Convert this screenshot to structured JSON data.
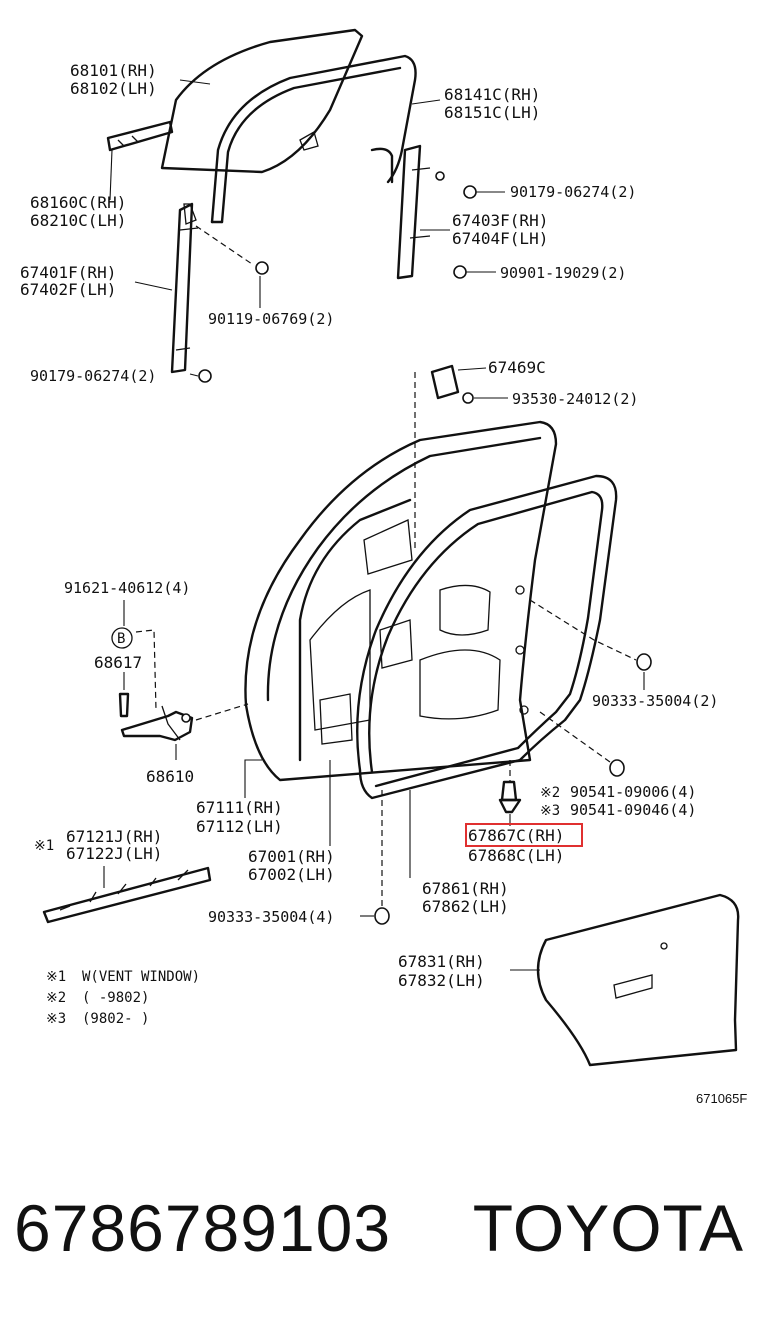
{
  "labels": {
    "l68101": "68101(RH)",
    "l68102": "68102(LH)",
    "l68141": "68141C(RH)",
    "l68151": "68151C(LH)",
    "l68160": "68160C(RH)",
    "l68210": "68210C(LH)",
    "l90179a": "90179-06274(2)",
    "l67403": "67403F(RH)",
    "l67404": "67404F(LH)",
    "l67401": "67401F(RH)",
    "l67402": "67402F(LH)",
    "l90901": "90901-19029(2)",
    "l90119": "90119-06769(2)",
    "l90179b": "90179-06274(2)",
    "l67469": "67469C",
    "l93530": "93530-24012(2)",
    "l91621": "91621-40612(4)",
    "lB": "B",
    "l68617": "68617",
    "l90333a": "90333-35004(2)",
    "l68610": "68610",
    "l67111": "67111(RH)",
    "l67112": "67112(LH)",
    "l90541a_mark": "※2",
    "l90541a": "90541-09006(4)",
    "l90541b_mark": "※3",
    "l90541b": "90541-09046(4)",
    "l67121_mark": "※1",
    "l67121": "67121J(RH)",
    "l67122": "67122J(LH)",
    "l67867": "67867C(RH)",
    "l67868": "67868C(LH)",
    "l67001": "67001(RH)",
    "l67002": "67002(LH)",
    "l67861": "67861(RH)",
    "l67862": "67862(LH)",
    "l90333b": "90333-35004(4)",
    "l67831": "67831(RH)",
    "l67832": "67832(LH)"
  },
  "notes": [
    {
      "mark": "※1",
      "text": "W(VENT WINDOW)"
    },
    {
      "mark": "※2",
      "text": "(     -9802)"
    },
    {
      "mark": "※3",
      "text": "(9802-      )"
    }
  ],
  "diagram_code": "671065F",
  "highlight": {
    "label": "67867C(RH)",
    "color": "#e03030"
  },
  "footer": {
    "part_number": "6786789103",
    "brand": "TOYOTA"
  }
}
